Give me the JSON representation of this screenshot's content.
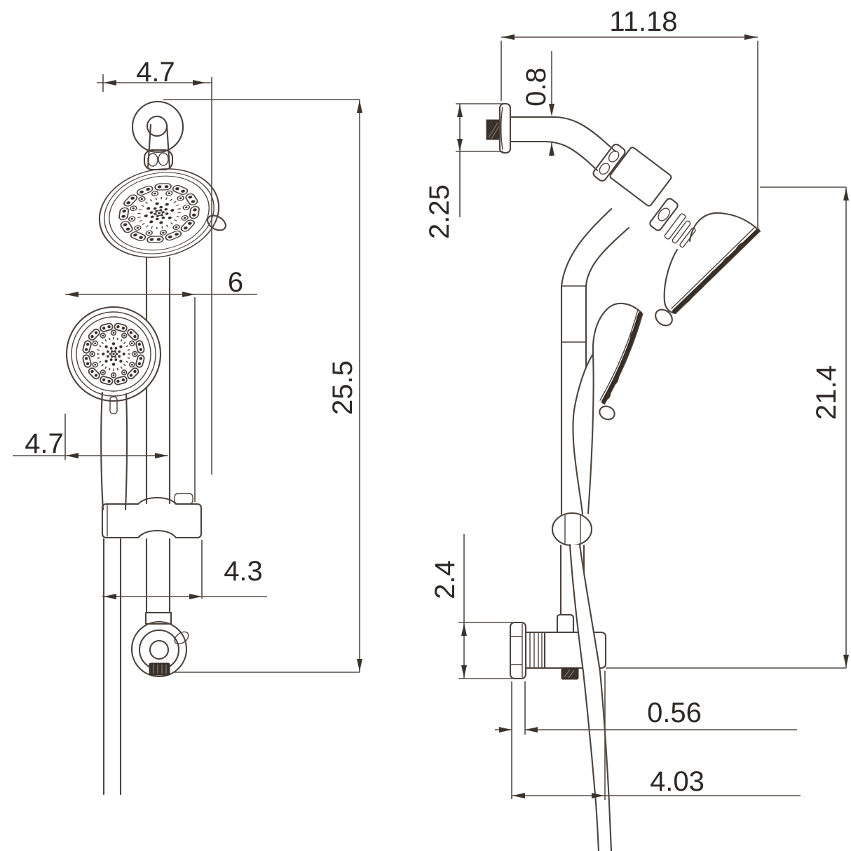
{
  "drawing": {
    "type": "technical-dimension-drawing",
    "subject": "dual shower head with slide bar, front and side views",
    "colors": {
      "background": "#ffffff",
      "line": "#4c433d",
      "dark_fill": "#3a312b",
      "text": "#2d2825"
    },
    "front_view": {
      "dimensions": {
        "head_width": "4.7",
        "bar_to_head": "6",
        "overall_height": "25.5",
        "hand_shower_width": "4.7",
        "bracket_reach": "4.3"
      }
    },
    "side_view": {
      "dimensions": {
        "arm_reach": "11.18",
        "arm_tube_diameter": "0.8",
        "flange_diameter": "2.25",
        "drop_height": "21.4",
        "supply_elbow_height": "2.4",
        "wall_plate_thickness": "0.56",
        "elbow_depth": "4.03"
      }
    }
  }
}
